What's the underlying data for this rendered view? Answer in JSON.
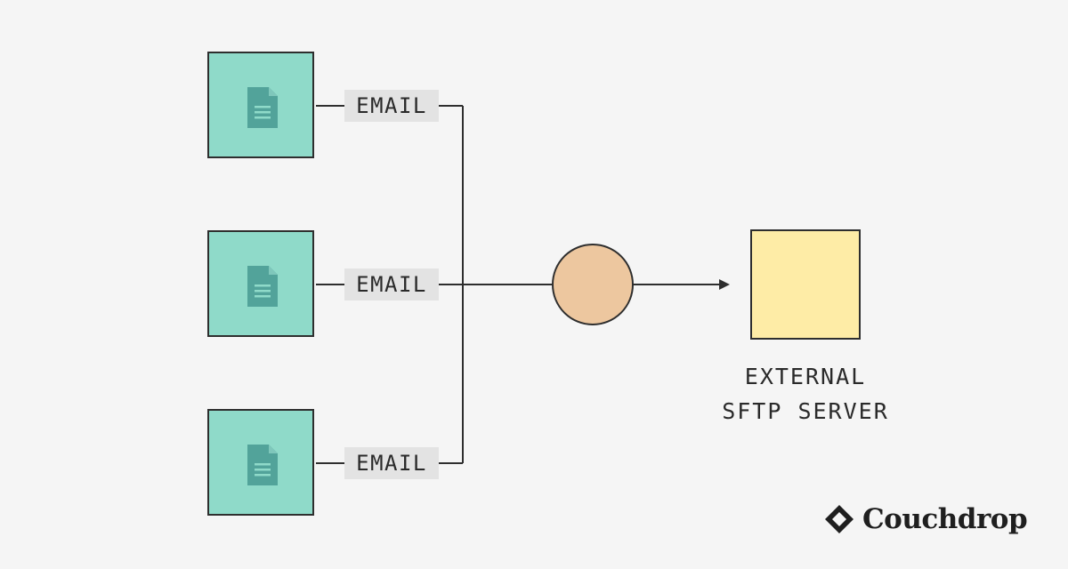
{
  "sources": [
    {
      "label": "EMAIL",
      "icon": "document-icon"
    },
    {
      "label": "EMAIL",
      "icon": "document-icon"
    },
    {
      "label": "EMAIL",
      "icon": "document-icon"
    }
  ],
  "destination": {
    "line1": "EXTERNAL",
    "line2": "SFTP SERVER"
  },
  "logo": {
    "text": "Couchdrop",
    "icon": "couchdrop-diamond-icon"
  },
  "colors": {
    "background": "#f5f5f5",
    "source_box": "#8fdac9",
    "doc_icon": "#52a39a",
    "hub_circle": "#edc79f",
    "server_box": "#feeca6",
    "label_bg": "#e3e3e3",
    "line": "#2e2e2e"
  }
}
